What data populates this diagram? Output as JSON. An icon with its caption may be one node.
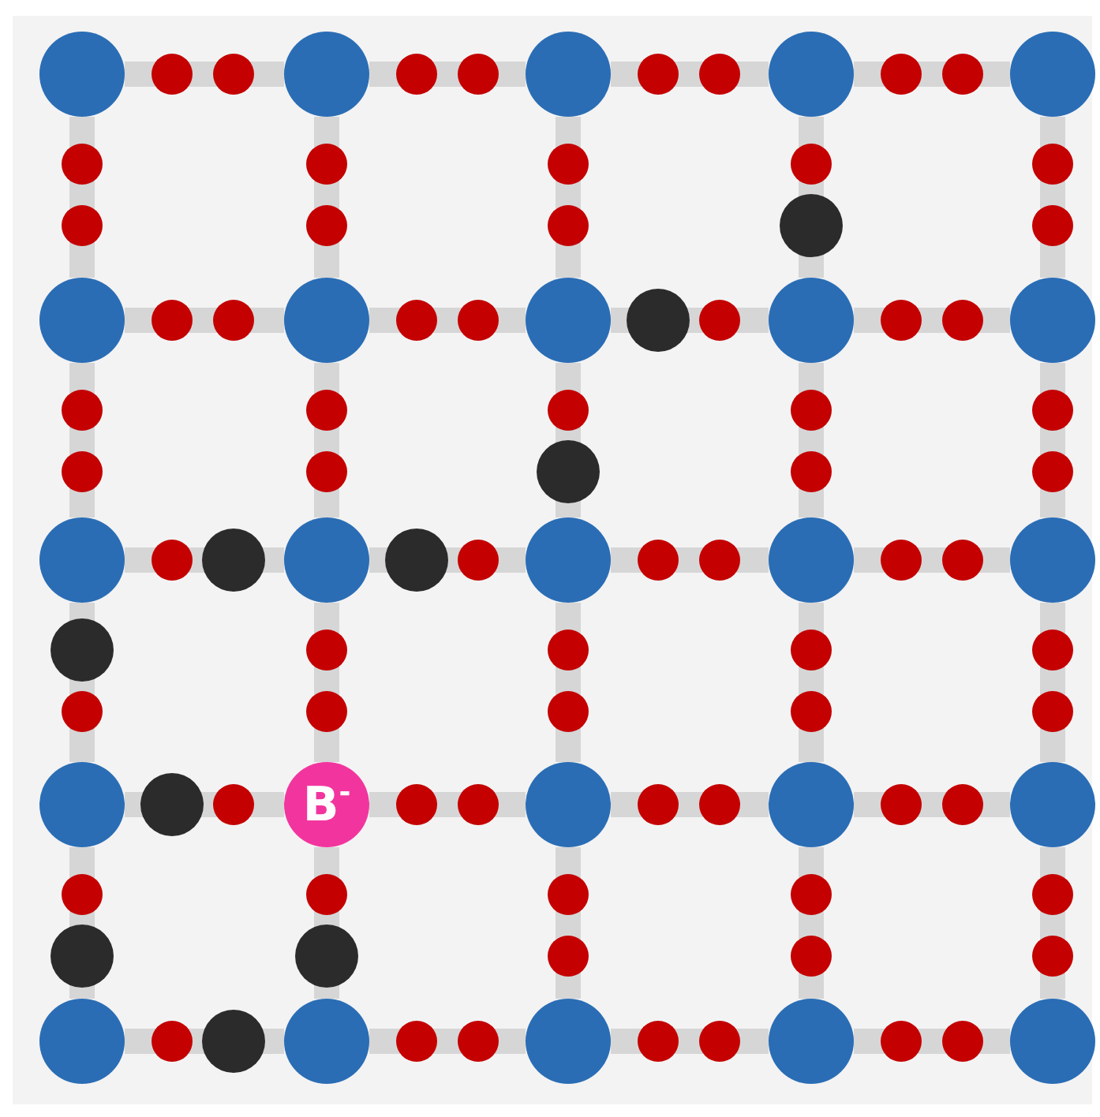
{
  "diagram": {
    "nodes": [
      {
        "text": [],
        "shape": "circle"
      },
      {
        "text": [],
        "shape": "circle"
      },
      {
        "text": [],
        "shape": "circle"
      },
      {
        "text": [],
        "shape": "circle"
      },
      {
        "text": [],
        "shape": "circle"
      },
      {
        "text": [],
        "shape": "circle"
      },
      {
        "text": [],
        "shape": "circle"
      },
      {
        "text": [],
        "shape": "circle"
      },
      {
        "text": [],
        "shape": "circle"
      },
      {
        "text": [],
        "shape": "circle"
      },
      {
        "text": [],
        "shape": "circle"
      },
      {
        "text": [],
        "shape": "circle"
      },
      {
        "text": [],
        "shape": "circle"
      },
      {
        "text": [],
        "shape": "circle"
      },
      {
        "text": [],
        "shape": "circle"
      },
      {
        "text": [],
        "shape": "circle"
      },
      {
        "text": [
          "B$^{-}$"
        ]
      },
      {
        "text": [],
        "shape": "circle"
      },
      {
        "text": [],
        "shape": "circle"
      },
      {
        "text": [],
        "shape": "circle"
      },
      {
        "text": [],
        "shape": "circle"
      },
      {
        "text": [],
        "shape": "circle"
      },
      {
        "text": [],
        "shape": "circle"
      },
      {
        "text": [],
        "shape": "circle"
      },
      {
        "text": [],
        "shape": "circle"
      }
    ],
    "edges": [
      {
        "from": 0,
        "to": 1,
        "arrow": "none"
      },
      {
        "from": 1,
        "to": 2,
        "arrow": "none"
      },
      {
        "from": 2,
        "to": 3,
        "arrow": "none"
      },
      {
        "from": 3,
        "to": 4,
        "arrow": "none"
      },
      {
        "from": 0,
        "to": 5,
        "arrow": "none"
      },
      {
        "from": 1,
        "to": 6,
        "arrow": "none"
      },
      {
        "from": 2,
        "to": 7,
        "arrow": "none"
      },
      {
        "from": 3,
        "to": 8,
        "arrow": "none"
      },
      {
        "from": 4,
        "to": 9,
        "arrow": "none"
      },
      {
        "from": 5,
        "to": 6,
        "arrow": "none"
      },
      {
        "from": 6,
        "to": 7,
        "arrow": "none"
      },
      {
        "from": 7,
        "to": 8,
        "arrow": "none"
      },
      {
        "from": 8,
        "to": 9,
        "arrow": "none"
      },
      {
        "from": 5,
        "to": 10,
        "arrow": "none"
      },
      {
        "from": 6,
        "to": 11,
        "arrow": "none"
      },
      {
        "from": 7,
        "to": 12,
        "arrow": "none"
      },
      {
        "from": 8,
        "to": 13,
        "arrow": "none"
      },
      {
        "from": 9,
        "to": 14,
        "arrow": "none"
      },
      {
        "from": 10,
        "to": 11,
        "arrow": "none"
      },
      {
        "from": 11,
        "to": 12,
        "arrow": "none"
      },
      {
        "from": 12,
        "to": 13,
        "arrow": "none"
      },
      {
        "from": 13,
        "to": 14,
        "arrow": "none"
      },
      {
        "from": 10,
        "to": 15,
        "arrow": "none"
      },
      {
        "from": 11,
        "to": 16,
        "arrow": "none"
      },
      {
        "from": 12,
        "to": 17,
        "arrow": "none"
      },
      {
        "from": 13,
        "to": 18,
        "arrow": "none"
      },
      {
        "from": 14,
        "to": 19,
        "arrow": "none"
      },
      {
        "from": 15,
        "to": 16,
        "arrow": "none"
      },
      {
        "from": 16,
        "to": 17,
        "arrow": "none"
      },
      {
        "from": 17,
        "to": 18,
        "arrow": "none"
      },
      {
        "from": 18,
        "to": 19,
        "arrow": "none"
      },
      {
        "from": 15,
        "to": 20,
        "arrow": "none"
      },
      {
        "from": 16,
        "to": 21,
        "arrow": "none"
      },
      {
        "from": 17,
        "to": 22,
        "arrow": "none"
      },
      {
        "from": 18,
        "to": 23,
        "arrow": "none"
      },
      {
        "from": 19,
        "to": 24,
        "arrow": "none"
      },
      {
        "from": 20,
        "to": 21,
        "arrow": "none"
      },
      {
        "from": 21,
        "to": 22,
        "arrow": "none"
      },
      {
        "from": 22,
        "to": 23,
        "arrow": "none"
      },
      {
        "from": 23,
        "to": 24,
        "arrow": "none"
      }
    ]
  }
}
